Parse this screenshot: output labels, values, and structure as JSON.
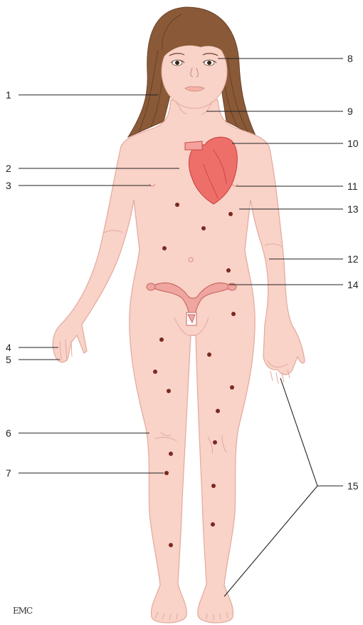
{
  "figure": {
    "labels": {
      "l1": "1",
      "l2": "2",
      "l3": "3",
      "l4": "4",
      "l5": "5",
      "l6": "6",
      "l7": "7",
      "l8": "8",
      "l9": "9",
      "l10": "10",
      "l11": "11",
      "l12": "12",
      "l13": "13",
      "l14": "14",
      "l15": "15"
    },
    "brand": "EMC"
  },
  "colors": {
    "skin": "#f9d2c8",
    "skin_outline": "#e3a99c",
    "hair": "#8a5a38",
    "organ": "#ee6f6a",
    "organ_light": "#f4a19c",
    "spot": "#7a2a20",
    "leader": "#222222"
  }
}
